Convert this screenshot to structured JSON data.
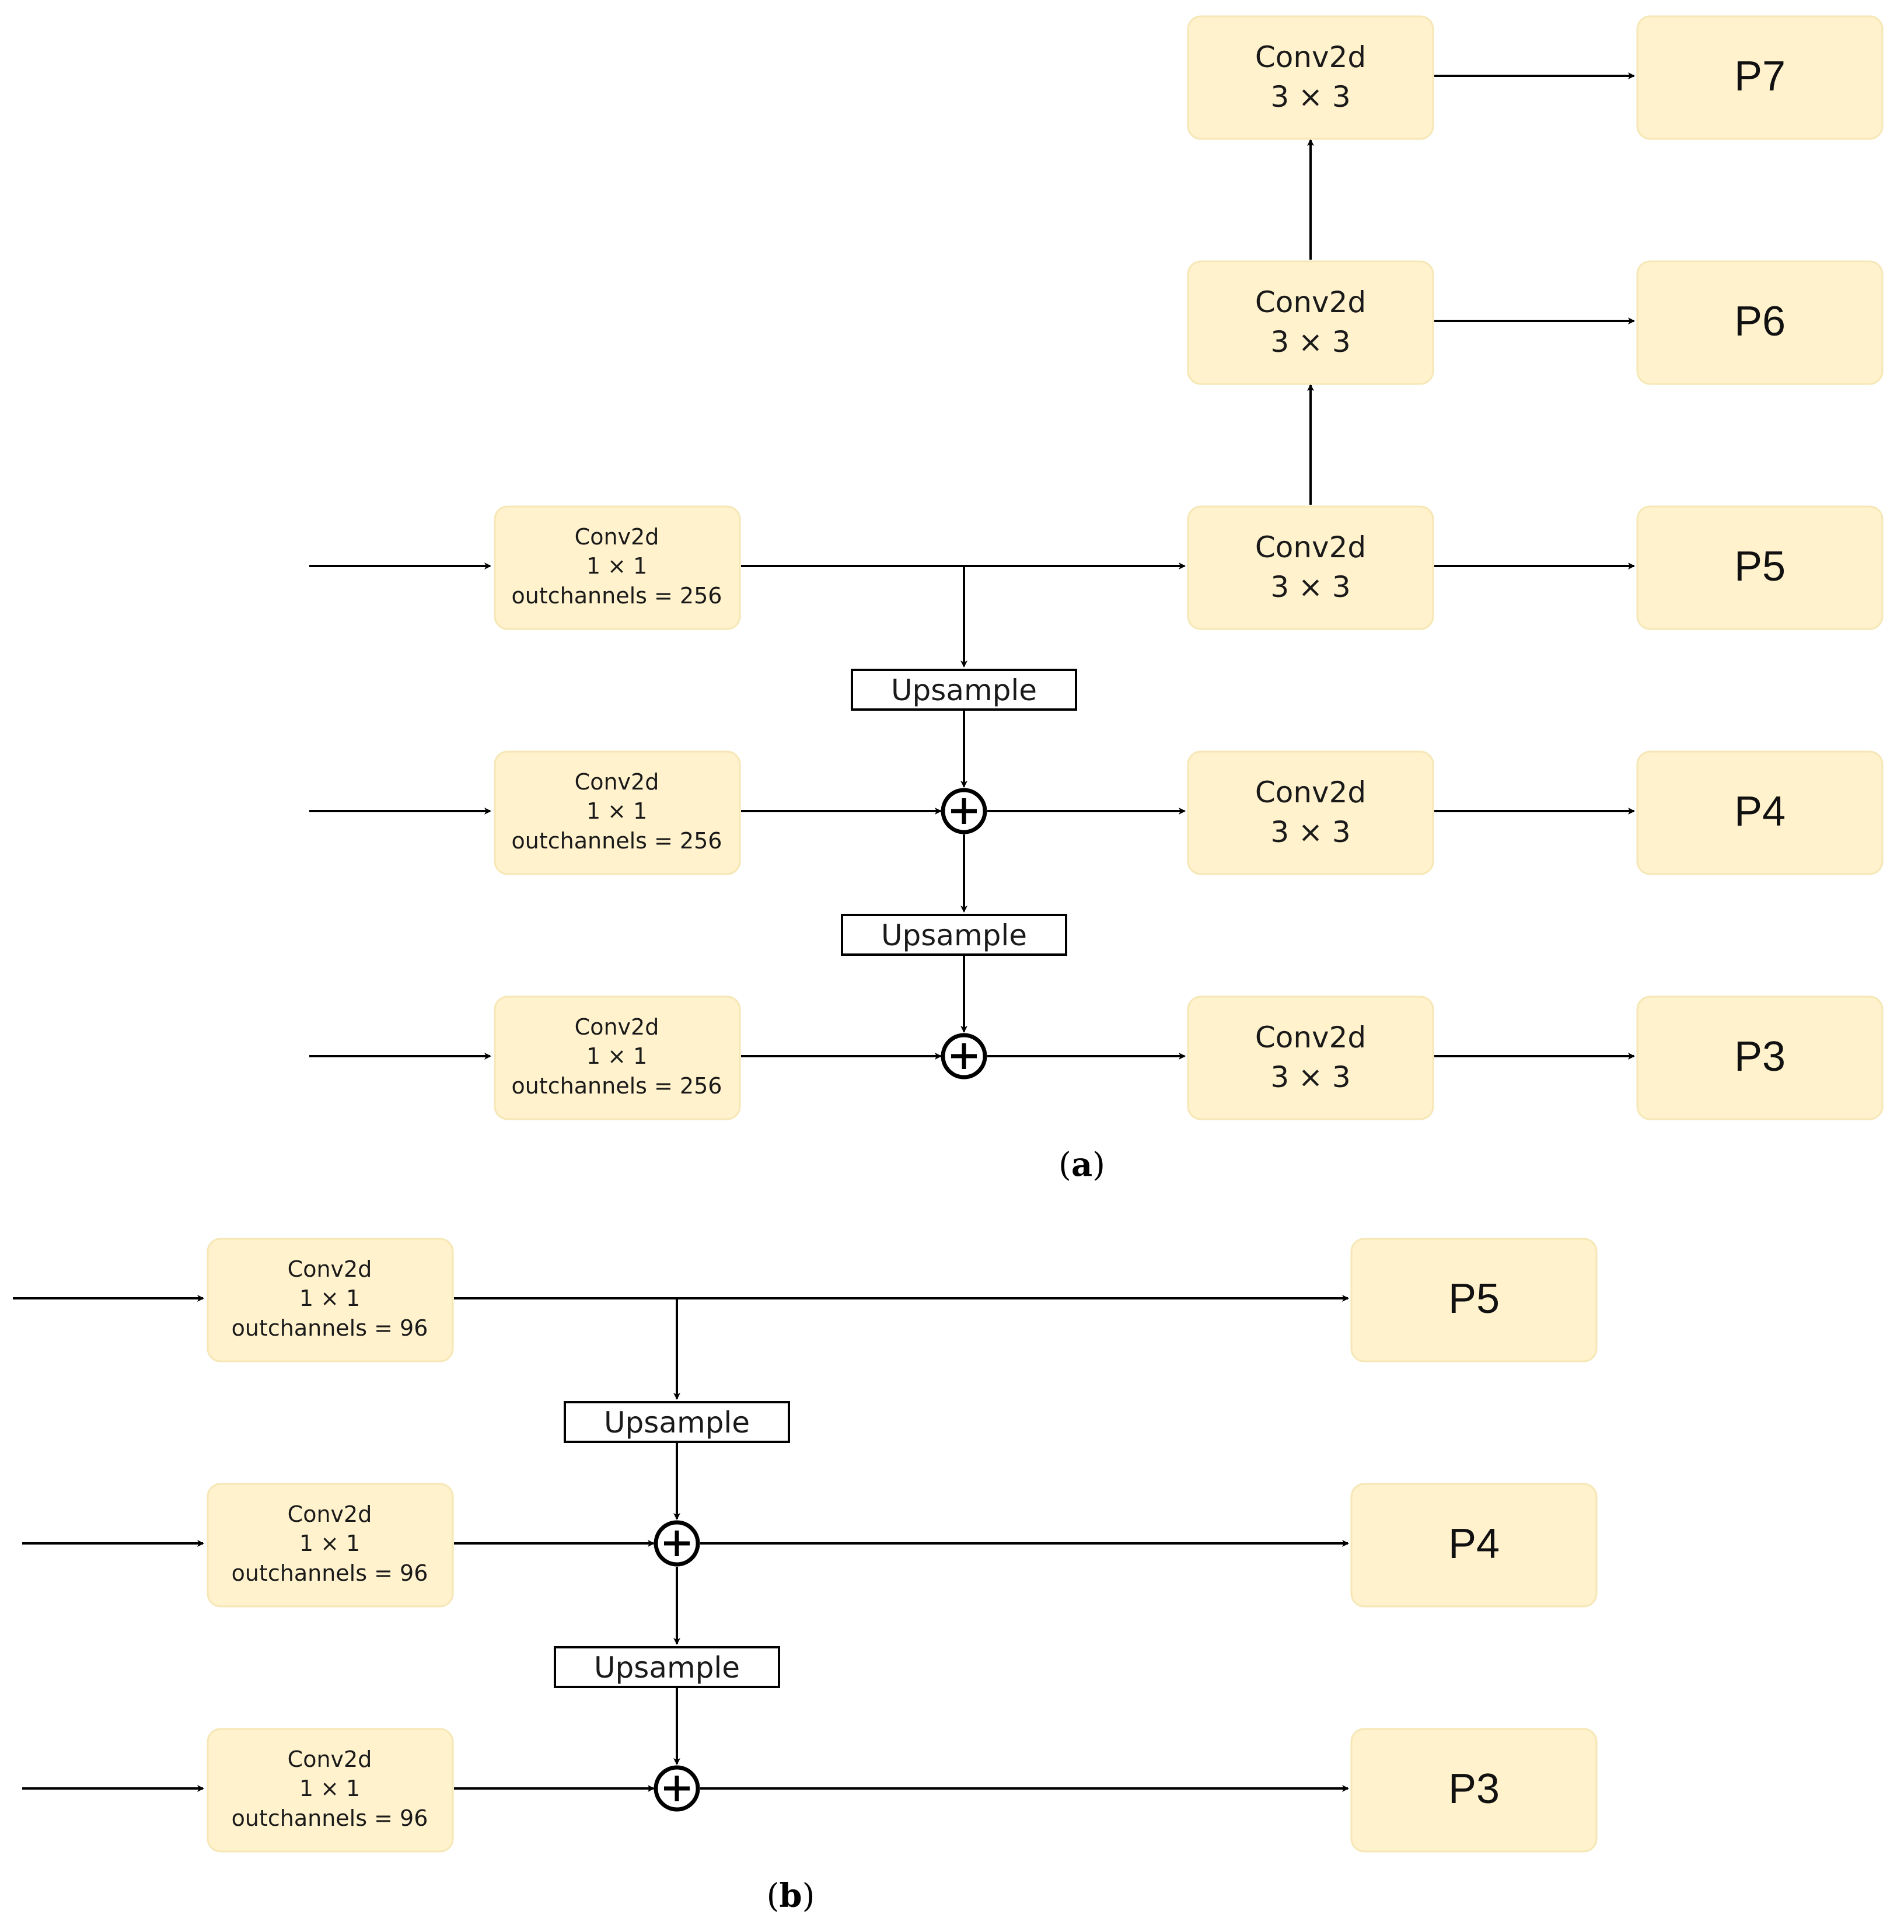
{
  "panel_a": {
    "caption_letter": "a",
    "lateral_boxes": [
      {
        "lines": [
          "Conv2d",
          "1 × 1",
          "outchannels = 256"
        ]
      },
      {
        "lines": [
          "Conv2d",
          "1 × 1",
          "outchannels = 256"
        ]
      },
      {
        "lines": [
          "Conv2d",
          "1 × 1",
          "outchannels = 256"
        ]
      }
    ],
    "conv3_boxes": [
      {
        "lines": [
          "Conv2d",
          "3 × 3"
        ]
      },
      {
        "lines": [
          "Conv2d",
          "3 × 3"
        ]
      },
      {
        "lines": [
          "Conv2d",
          "3 × 3"
        ]
      },
      {
        "lines": [
          "Conv2d",
          "3 × 3"
        ]
      },
      {
        "lines": [
          "Conv2d",
          "3 × 3"
        ]
      }
    ],
    "outputs": [
      "P7",
      "P6",
      "P5",
      "P4",
      "P3"
    ],
    "upsample_labels": [
      "Upsample",
      "Upsample"
    ]
  },
  "panel_b": {
    "caption_letter": "b",
    "lateral_boxes": [
      {
        "lines": [
          "Conv2d",
          "1 × 1",
          "outchannels = 96"
        ]
      },
      {
        "lines": [
          "Conv2d",
          "1 × 1",
          "outchannels = 96"
        ]
      },
      {
        "lines": [
          "Conv2d",
          "1 × 1",
          "outchannels = 96"
        ]
      }
    ],
    "outputs": [
      "P5",
      "P4",
      "P3"
    ],
    "upsample_labels": [
      "Upsample",
      "Upsample"
    ]
  },
  "colors": {
    "box_fill": "#fff2cc",
    "box_stroke": "#f6e7b6",
    "line": "#000000"
  }
}
